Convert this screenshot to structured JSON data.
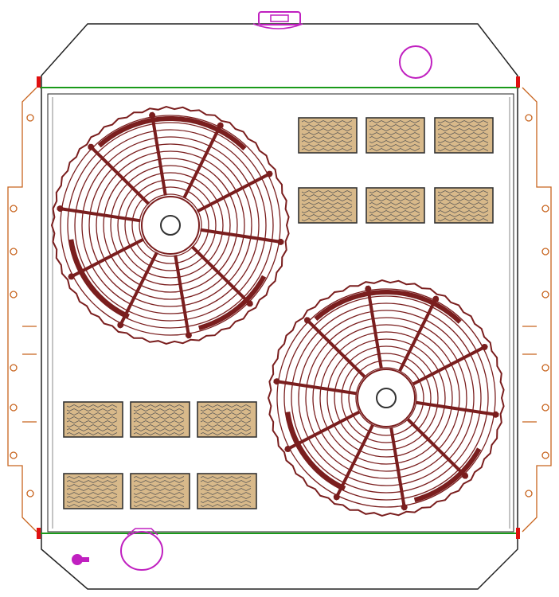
{
  "colors": {
    "outline": "#222222",
    "fan": "#7a1e1e",
    "side_tank": "#c8641e",
    "green_line": "#1a9a1a",
    "red_corner": "#e01010",
    "cap": "#c020c0",
    "grill_fill": "#d8b98a",
    "grill_stroke": "#333333",
    "core_line": "#8a8a8a"
  },
  "parts": {
    "fans": [
      "fan-upper-left",
      "fan-lower-right"
    ],
    "grill_groups": [
      "grills-upper-right",
      "grills-lower-left"
    ],
    "caps": [
      "top-filler-cap",
      "top-overflow-port",
      "bottom-outlet-port",
      "bottom-drain-petcock"
    ],
    "icons": [
      "radiator-icon",
      "fan-icon",
      "vent-grill-icon",
      "filler-cap-icon"
    ]
  }
}
